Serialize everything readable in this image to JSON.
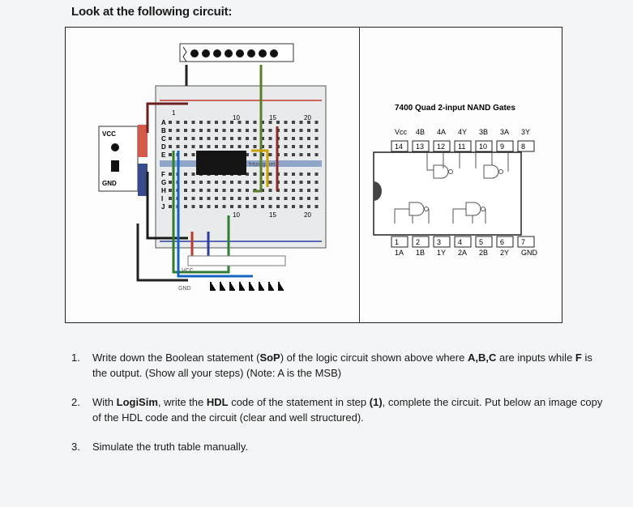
{
  "heading": "Look at the following circuit:",
  "breadboard": {
    "vcc_label": "VCC",
    "gnd_label": "GND",
    "col_1": "1",
    "col_10": "10",
    "col_15": "15",
    "col_20": "20",
    "row_letters_top": [
      "A",
      "B",
      "C",
      "D",
      "E"
    ],
    "row_letters_bottom": [
      "F",
      "G",
      "H",
      "I",
      "J"
    ],
    "strip_vcc": "VCC",
    "strip_gnd": "GND",
    "watermark": "fritzing.net"
  },
  "chip": {
    "title": "7400 Quad 2-input NAND Gates",
    "top_labels": [
      "Vcc",
      "4B",
      "4A",
      "4Y",
      "3B",
      "3A",
      "3Y"
    ],
    "top_pins": [
      "14",
      "13",
      "12",
      "11",
      "10",
      "9",
      "8"
    ],
    "bottom_pins": [
      "1",
      "2",
      "3",
      "4",
      "5",
      "6",
      "7"
    ],
    "bottom_labels": [
      "1A",
      "1B",
      "1Y",
      "2A",
      "2B",
      "2Y",
      "GND"
    ]
  },
  "questions": [
    {
      "num": "1.",
      "a": "Write down the Boolean statement (",
      "b": "SoP",
      "c": ") of the logic circuit shown above where ",
      "d": "A,B,C",
      "e": " are inputs while ",
      "f": "F",
      "g": " is the output. (Show all your steps)  (Note: A is the MSB)"
    },
    {
      "num": "2.",
      "a": "With ",
      "b": "LogiSim",
      "c": ", write the ",
      "d": "HDL",
      "e": " code of the statement in step ",
      "f": "(1)",
      "g": ", complete the circuit. Put below an image copy of the HDL code and the circuit (clear and well structured)."
    },
    {
      "num": "3.",
      "a": "Simulate the truth table manually."
    }
  ]
}
